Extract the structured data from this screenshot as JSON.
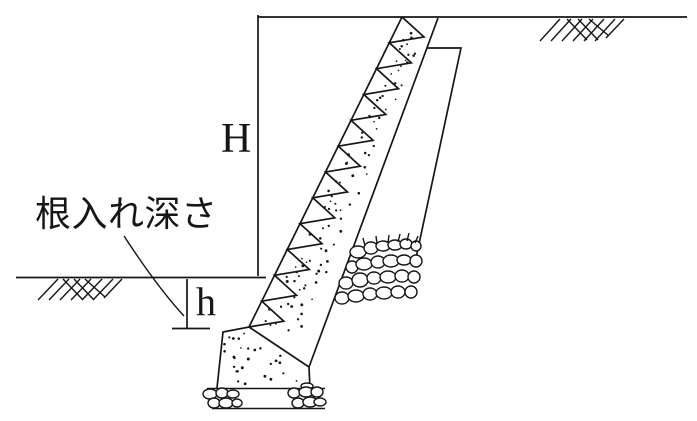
{
  "figure": {
    "background": "#ffffff",
    "ink": "#161616",
    "labels": {
      "wall_height": "H",
      "embedment_depth": "h",
      "embedment_caption": "根入れ深さ"
    }
  }
}
